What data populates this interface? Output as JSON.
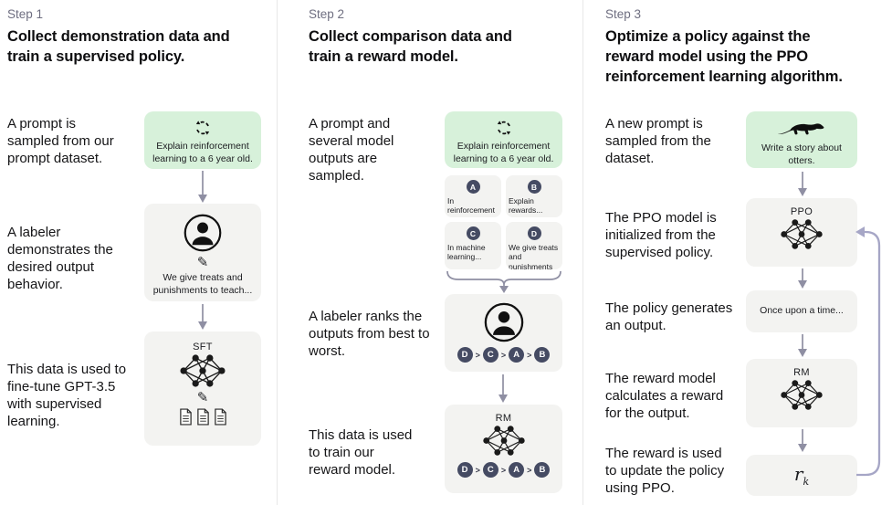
{
  "colors": {
    "green": "#d7f1da",
    "box": "#f3f3f1",
    "badge": "#454b63",
    "arrow": "#8f8fa3",
    "loop": "#a6a6c6"
  },
  "icons": {
    "pencil": "✎"
  },
  "s1": {
    "label": "Step 1",
    "title": "Collect demonstration data and train a supervised policy.",
    "captions": {
      "prompt": "A prompt is sampled from our prompt dataset.",
      "labeler": "A labeler demonstrates the desired output behavior.",
      "data": "This data is used to fine-tune GPT-3.5 with supervised learning."
    },
    "boxes": {
      "prompt_text": "Explain reinforcement learning to a 6 year old.",
      "labeler_text": "We give treats and punishments to teach...",
      "sft_label": "SFT"
    }
  },
  "s2": {
    "label": "Step 2",
    "title": "Collect comparison data and train a reward model.",
    "captions": {
      "prompt": "A prompt and several model outputs are sampled.",
      "rank": "A labeler ranks the outputs from best to worst.",
      "data": "This data is used to train our reward model."
    },
    "boxes": {
      "prompt_text": "Explain reinforcement learning to a 6 year old.",
      "rm_label": "RM"
    },
    "outputs": [
      {
        "letter": "A",
        "text": "In reinforcement learning, the agent is..."
      },
      {
        "letter": "B",
        "text": "Explain rewards..."
      },
      {
        "letter": "C",
        "text": "In machine learning..."
      },
      {
        "letter": "D",
        "text": "We give treats and punishments to teach..."
      }
    ],
    "ranking": [
      "D",
      "C",
      "A",
      "B"
    ],
    "rank_sep": ">"
  },
  "s3": {
    "label": "Step 3",
    "title": "Optimize a policy against the reward model using the PPO reinforcement learning algorithm.",
    "captions": {
      "prompt": "A new prompt is sampled from the dataset.",
      "init": "The PPO model is initialized from the supervised policy.",
      "output": "The policy generates an output.",
      "reward": "The reward model calculates a reward for the output.",
      "update": "The reward is used to update the policy using PPO."
    },
    "boxes": {
      "prompt_text": "Write a story about otters.",
      "ppo_label": "PPO",
      "output_text": "Once upon a time...",
      "rm_label": "RM",
      "reward_symbol": "r",
      "reward_subscript": "k"
    }
  }
}
